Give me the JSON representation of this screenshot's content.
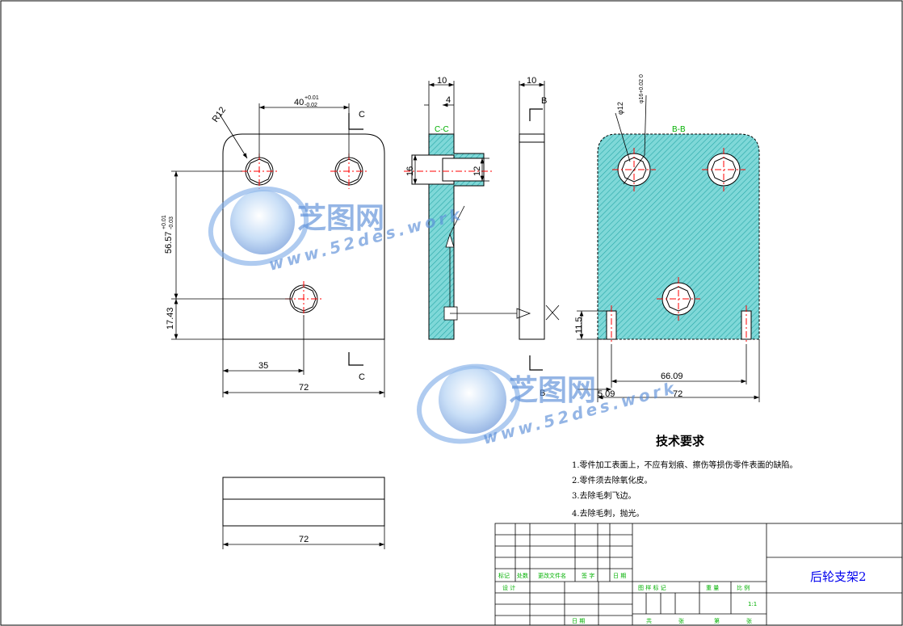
{
  "drawing": {
    "front_view": {
      "dim_top": "40",
      "dim_top_tol_upper": "+0.01",
      "dim_top_tol_lower": "-0.02",
      "radius": "R12",
      "dim_vertical": "56.57",
      "dim_vertical_tol_upper": "+0.01",
      "dim_vertical_tol_lower": "-0.03",
      "dim_lower": "17.43",
      "dim_hole_x": "35",
      "dim_width": "72",
      "section_label_top": "C",
      "section_label_bottom": "C"
    },
    "section_c": {
      "label": "C-C",
      "dim_thickness": "10",
      "dim_step": "4",
      "dim_bore_outer": "16",
      "dim_bore_inner": "12"
    },
    "side_view": {
      "dim_thickness": "10",
      "section_label_top": "B",
      "section_label_bottom": "B"
    },
    "section_b": {
      "label": "B-B",
      "dim_hole_dia_tol": "φ16+0.02 0",
      "dim_hole_small": "φ12",
      "dim_height": "11.5",
      "dim_span": "66.09",
      "dim_offset": "5.09",
      "dim_width": "72"
    },
    "bottom_view": {
      "dim_width": "72"
    }
  },
  "watermark": {
    "brand": "芝图网",
    "url": "www.52des.work"
  },
  "technical_requirements": {
    "title": "技术要求",
    "items": [
      "1.零件加工表面上，不应有划痕、擦伤等损伤零件表面的缺陷。",
      "2.零件须去除氧化皮。",
      "3.去除毛刺飞边。",
      "4.去除毛刺，抛光。"
    ]
  },
  "title_block": {
    "part_name": "后轮支架2",
    "headers": [
      "标记",
      "处数",
      "更改文件名",
      "签 字",
      "日 期"
    ],
    "design": "设 计",
    "date": "日 期",
    "stage_headers": [
      "图 样 标 记",
      "重 量",
      "比 例"
    ],
    "scale": "1:1",
    "sheet_row": [
      "共",
      "张",
      "第",
      "张"
    ]
  }
}
